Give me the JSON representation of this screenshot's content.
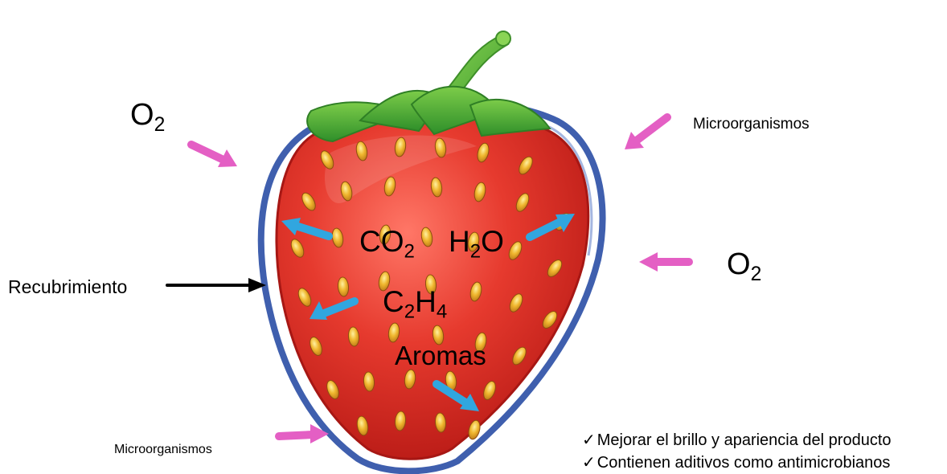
{
  "gases": {
    "o2_base": "O",
    "o2_sub": "2",
    "co2_base": "CO",
    "co2_sub": "2",
    "h2o_h": "H",
    "h2o_sub": "2",
    "h2o_o": "O",
    "c2h4_c": "C",
    "c2h4_sub1": "2",
    "c2h4_h": "H",
    "c2h4_sub2": "4",
    "aromas": "Aromas"
  },
  "labels": {
    "microorganisms_top": "Microorganismos",
    "microorganisms_bottom": "Microorganismos",
    "coating": "Recubrimiento"
  },
  "benefits": {
    "check": "✓",
    "items": [
      "Mejorar el brillo y apariencia del producto",
      "Contienen aditivos como antimicrobianos"
    ]
  },
  "colors": {
    "inward_arrow": "#e45fc4",
    "outward_arrow": "#31a6df",
    "coating_arrow": "#000000",
    "coating_outline": "#3f5fae",
    "strawberry_red": "#e3342b",
    "strawberry_dark": "#b51814",
    "seed": "#f0b72f",
    "leaf": "#58b83a",
    "stem": "#6cbc3d"
  }
}
